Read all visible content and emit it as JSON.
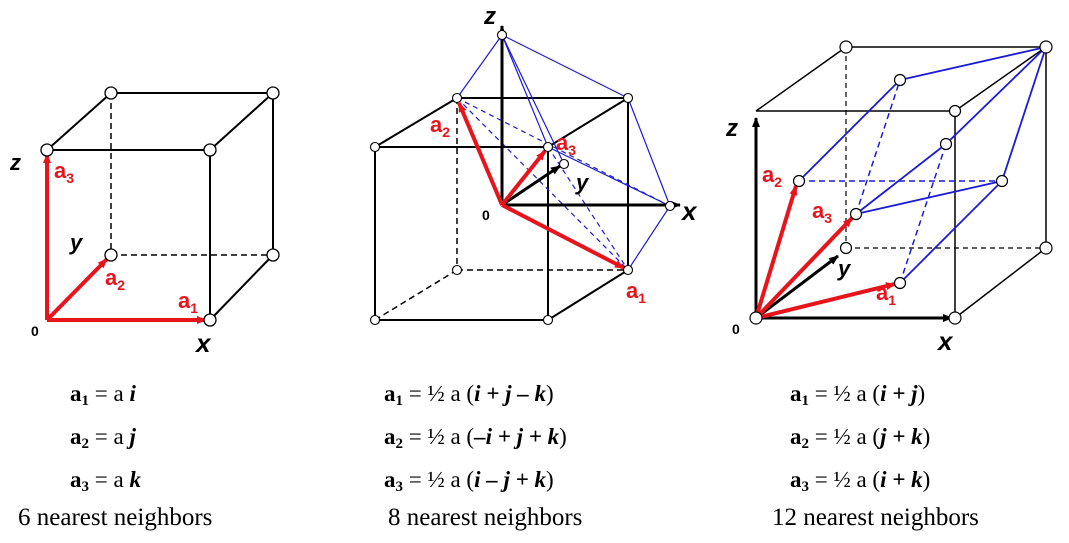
{
  "panels": [
    {
      "id": "sc",
      "axis_labels": {
        "x": "x",
        "y": "y",
        "z": "z",
        "origin": "0"
      },
      "vector_labels": [
        "a",
        "a",
        "a"
      ],
      "vector_subscripts": [
        "1",
        "2",
        "3"
      ],
      "equations": [
        {
          "lhs": "a",
          "sub": "1",
          "rhs": "= a ",
          "vec": "i",
          "tail": ""
        },
        {
          "lhs": "a",
          "sub": "2",
          "rhs": "= a ",
          "vec": "j",
          "tail": ""
        },
        {
          "lhs": "a",
          "sub": "3",
          "rhs": "= a ",
          "vec": "k",
          "tail": ""
        }
      ],
      "caption": "6 nearest neighbors"
    },
    {
      "id": "bcc",
      "axis_labels": {
        "x": "x",
        "y": "y",
        "z": "z",
        "origin": "0"
      },
      "vector_labels": [
        "a",
        "a",
        "a"
      ],
      "vector_subscripts": [
        "1",
        "2",
        "3"
      ],
      "equations": [
        {
          "text": "= ½ a (",
          "expr": "i + j – k",
          "close": ")"
        },
        {
          "text": "= ½ a (",
          "expr": "–i + j + k",
          "close": ")"
        },
        {
          "text": "= ½ a (",
          "expr": "i – j + k",
          "close": ")"
        }
      ],
      "caption": "8 nearest neighbors"
    },
    {
      "id": "fcc",
      "axis_labels": {
        "x": "x",
        "y": "y",
        "z": "z",
        "origin": "0"
      },
      "vector_labels": [
        "a",
        "a",
        "a"
      ],
      "vector_subscripts": [
        "1",
        "2",
        "3"
      ],
      "equations": [
        {
          "text": "= ½ a (",
          "expr": "i + j",
          "close": ")"
        },
        {
          "text": "= ½ a (",
          "expr": "j + k",
          "close": ")"
        },
        {
          "text": "= ½ a (",
          "expr": "i + k",
          "close": ")"
        }
      ],
      "caption": "12 nearest neighbors"
    }
  ],
  "eq_lhs": "a",
  "colors": {
    "primitive_vectors": "#e8141c",
    "cell_edges": "#1b1bd6",
    "cube": "#000000"
  }
}
